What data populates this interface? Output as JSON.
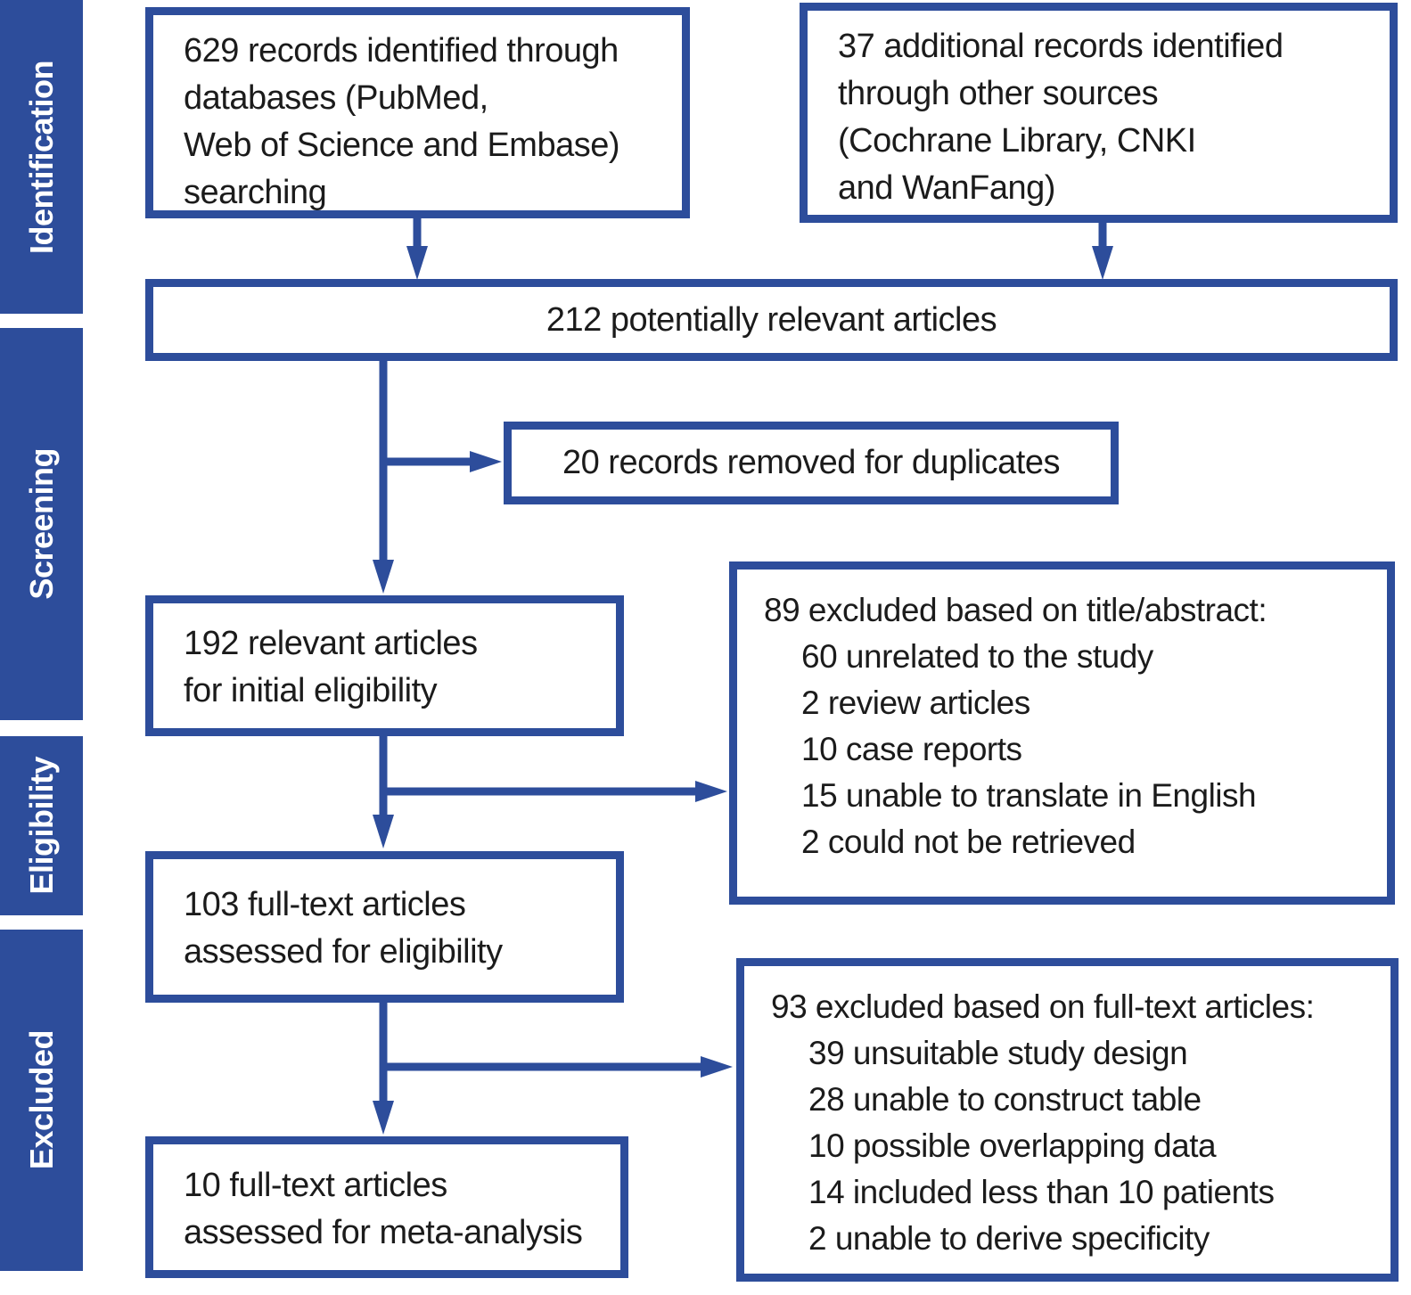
{
  "palette": {
    "bar_blue": "#2d4d9b",
    "box_border_blue": "#2d4d9b",
    "box_text": "#1b1b1b",
    "bar_text": "#ffffff",
    "background": "#ffffff"
  },
  "sidebar": {
    "stages": [
      {
        "label": "Identification"
      },
      {
        "label": "Screening"
      },
      {
        "label": "Eligibility"
      },
      {
        "label": "Excluded"
      }
    ]
  },
  "flow": {
    "box_records_databases": {
      "lines": [
        "629 records identified through",
        "databases (PubMed,",
        "Web of Science and Embase)",
        "searching"
      ]
    },
    "box_additional_records": {
      "lines": [
        "37 additional records identified",
        "through other sources",
        "(Cochrane Library, CNKI",
        "and WanFang)"
      ]
    },
    "box_potentially_relevant": {
      "text": "212 potentially relevant articles"
    },
    "box_duplicates_removed": {
      "text": "20 records removed for duplicates"
    },
    "box_relevant_initial": {
      "lines": [
        "192 relevant articles",
        "for initial eligibility"
      ]
    },
    "box_excluded_title_abstract": {
      "header": "89 excluded based on title/abstract:",
      "items": [
        "60 unrelated to the study",
        "2 review articles",
        "10 case reports",
        "15 unable to translate in English",
        "2 could not be retrieved"
      ]
    },
    "box_fulltext_eligibility": {
      "lines": [
        "103 full-text articles",
        "assessed for eligibility"
      ]
    },
    "box_excluded_fulltext": {
      "header": "93 excluded based on full-text articles:",
      "items": [
        "39 unsuitable study design",
        "28 unable to construct table",
        "10 possible overlapping data",
        "14 included less than 10 patients",
        "2 unable to derive specificity"
      ]
    },
    "box_meta_analysis": {
      "lines": [
        "10 full-text articles",
        "assessed for meta-analysis"
      ]
    }
  }
}
